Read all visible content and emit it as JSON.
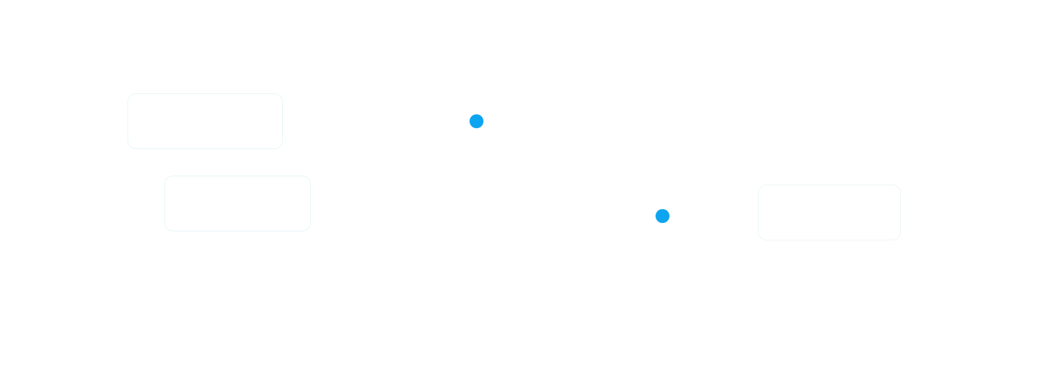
{
  "colors": {
    "background": "#ffffff",
    "card_border": "#e6f6f7",
    "marker": "#0ea5f0"
  },
  "cards": [
    {
      "name": "empty-card"
    },
    {
      "name": "empty-card"
    },
    {
      "name": "empty-card"
    }
  ],
  "markers": [
    {
      "name": "blue-dot",
      "color": "#0ea5f0"
    },
    {
      "name": "blue-dot",
      "color": "#0ea5f0"
    }
  ]
}
